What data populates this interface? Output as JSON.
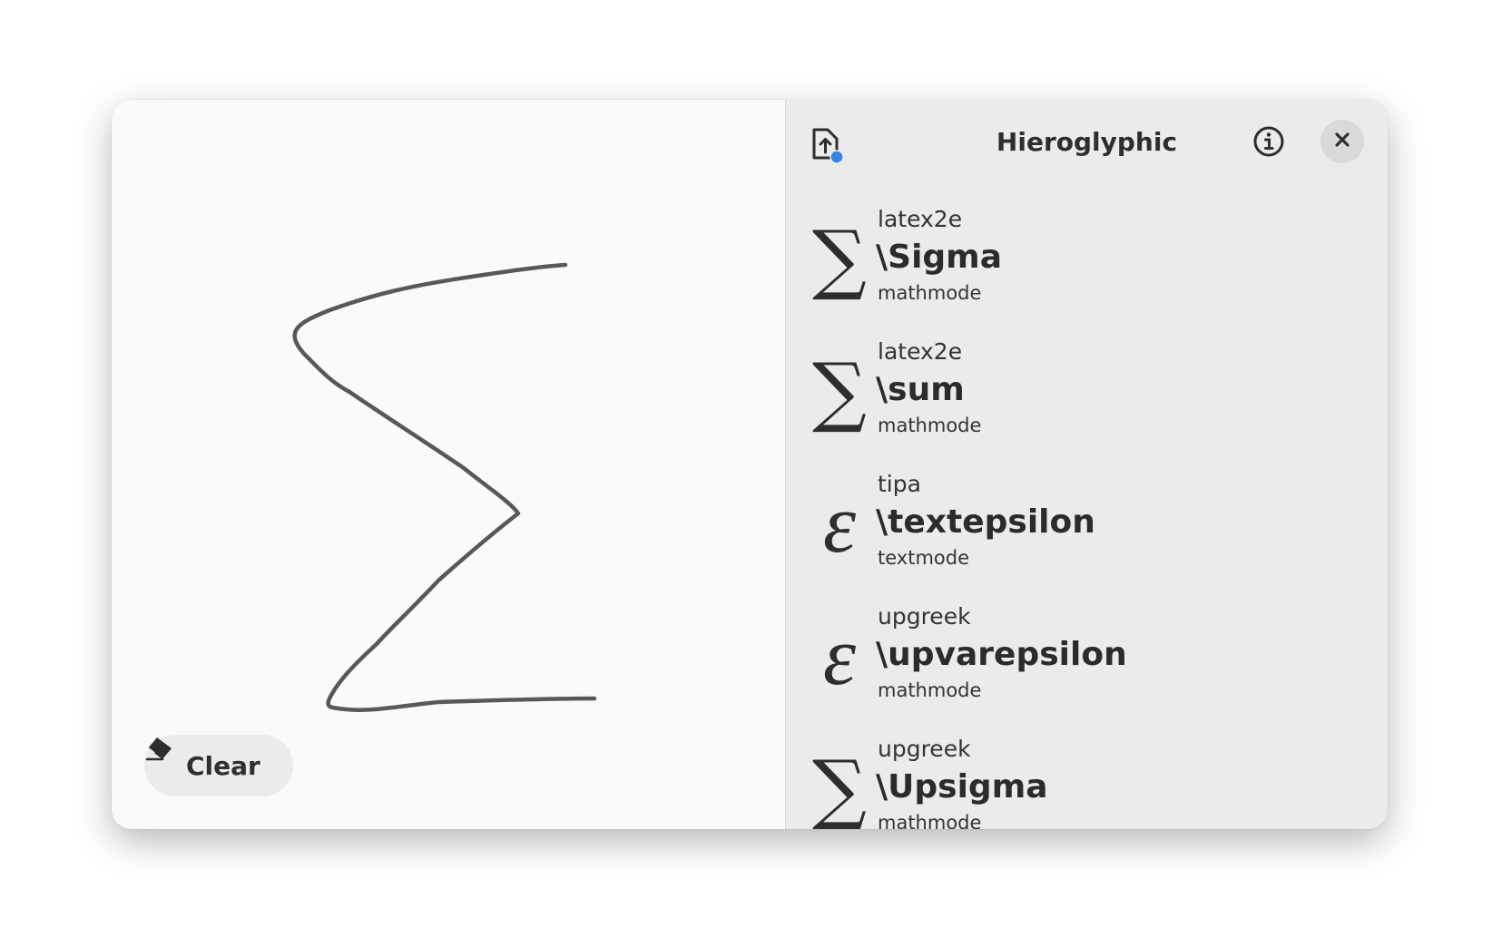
{
  "app": {
    "title": "Hieroglyphic"
  },
  "toolbar": {
    "upload_icon": "document-upload-icon",
    "info_icon": "info-icon",
    "close_icon": "close-icon",
    "upload_badge_color": "#3584e4"
  },
  "canvas": {
    "clear_label": "Clear",
    "clear_icon": "eraser-icon",
    "stroke_color": "#58585c"
  },
  "results": [
    {
      "glyph": "∑",
      "package": "latex2e",
      "command": "\\Sigma",
      "mode": "mathmode"
    },
    {
      "glyph": "∑",
      "package": "latex2e",
      "command": "\\sum",
      "mode": "mathmode"
    },
    {
      "glyph": "ε",
      "package": "tipa",
      "command": "\\textepsilon",
      "mode": "textmode"
    },
    {
      "glyph": "ε",
      "package": "upgreek",
      "command": "\\upvarepsilon",
      "mode": "mathmode"
    },
    {
      "glyph": "∑",
      "package": "upgreek",
      "command": "\\Upsigma",
      "mode": "mathmode"
    }
  ]
}
